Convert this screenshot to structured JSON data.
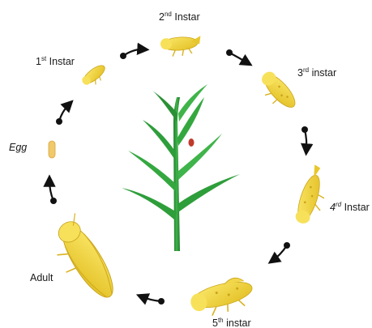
{
  "stages": {
    "egg": {
      "label": "Egg"
    },
    "first": {
      "num": "1",
      "sup": "st",
      "word": "Instar"
    },
    "second": {
      "num": "2",
      "sup": "nd",
      "word": "Instar"
    },
    "third": {
      "num": "3",
      "sup": "rd",
      "word": "instar"
    },
    "fourth": {
      "num": "4",
      "sup": "rd",
      "word": "Instar"
    },
    "fifth": {
      "num": "5",
      "sup": "th",
      "word": "instar"
    },
    "adult": {
      "label": "Adult"
    }
  },
  "colors": {
    "insect": "#f2d63a",
    "insect_shade": "#d9b21e",
    "plant": "#2e9e3a",
    "plant_dark": "#1f7a2a",
    "plant_light": "#55c257",
    "arrow": "#111111",
    "pest": "#c0392b"
  }
}
